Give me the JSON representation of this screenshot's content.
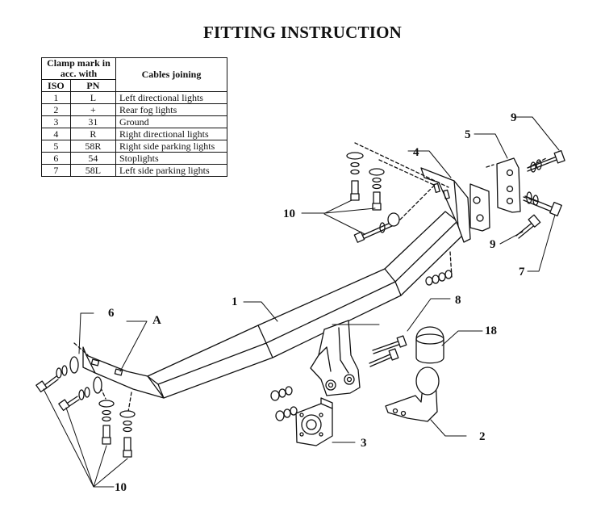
{
  "title": "FITTING INSTRUCTION",
  "table": {
    "header": {
      "clamp_mark": "Clamp mark in acc. with",
      "iso": "ISO",
      "pn": "PN",
      "cables": "Cables joining"
    },
    "rows": [
      {
        "iso": "1",
        "pn": "L",
        "desc": "Left directional lights"
      },
      {
        "iso": "2",
        "pn": "+",
        "desc": "Rear fog lights"
      },
      {
        "iso": "3",
        "pn": "31",
        "desc": "Ground"
      },
      {
        "iso": "4",
        "pn": "R",
        "desc": "Right directional lights"
      },
      {
        "iso": "5",
        "pn": "58R",
        "desc": "Right side parking lights"
      },
      {
        "iso": "6",
        "pn": "54",
        "desc": "Stoplights"
      },
      {
        "iso": "7",
        "pn": "58L",
        "desc": "Left side parking lights"
      }
    ]
  },
  "labels": {
    "crossbar": "1",
    "ball_neck": "2",
    "socket_plate": "3",
    "right_arm": "4",
    "right_plate": "5",
    "left_plate": "6",
    "bolt_7": "7",
    "bolt_8": "8",
    "bolts_9_top": "9",
    "bolts_9_bottom": "9",
    "bolts_10_top": "10",
    "bolts_10_bottom": "10",
    "ball_cover": "18",
    "point_a": "A"
  }
}
